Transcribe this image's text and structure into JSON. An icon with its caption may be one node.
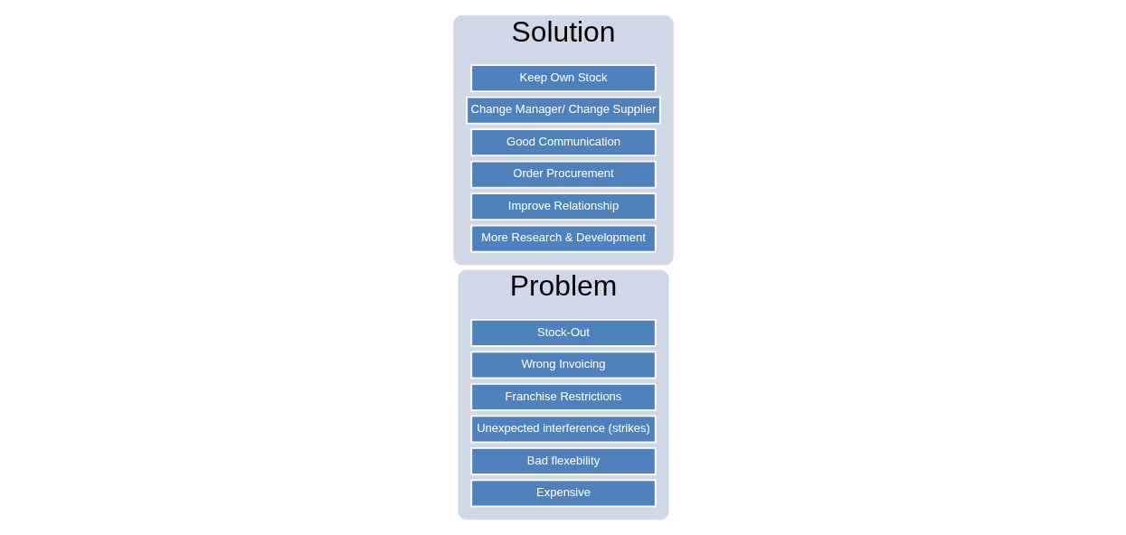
{
  "diagram": {
    "nodes": [
      {
        "text": [
          "Problem"
        ]
      },
      {
        "text": [
          "Stock-Out"
        ],
        "in": 0
      },
      {
        "text": [
          "Wrong Invoicing"
        ],
        "in": 0
      },
      {
        "text": [
          "Franchise Restrictions"
        ],
        "in": 0
      },
      {
        "text": [
          "Unexpected interference (strikes)"
        ],
        "in": 0
      },
      {
        "text": [
          "Bad flexebility"
        ],
        "in": 0
      },
      {
        "text": [
          "Expensive"
        ],
        "in": 0
      },
      {
        "text": [
          "Solution"
        ]
      },
      {
        "text": [
          "Keep Own Stock"
        ],
        "in": 7
      },
      {
        "text": [
          "Change Manager/ Change Supplier"
        ],
        "in": 7
      },
      {
        "text": [
          "Good Communication"
        ],
        "in": 7
      },
      {
        "text": [
          "Order Procurement"
        ],
        "in": 7
      },
      {
        "text": [
          "Improve Relationship"
        ],
        "in": 7
      },
      {
        "text": [
          "More Research & Development"
        ],
        "in": 7
      }
    ],
    "edges": []
  }
}
